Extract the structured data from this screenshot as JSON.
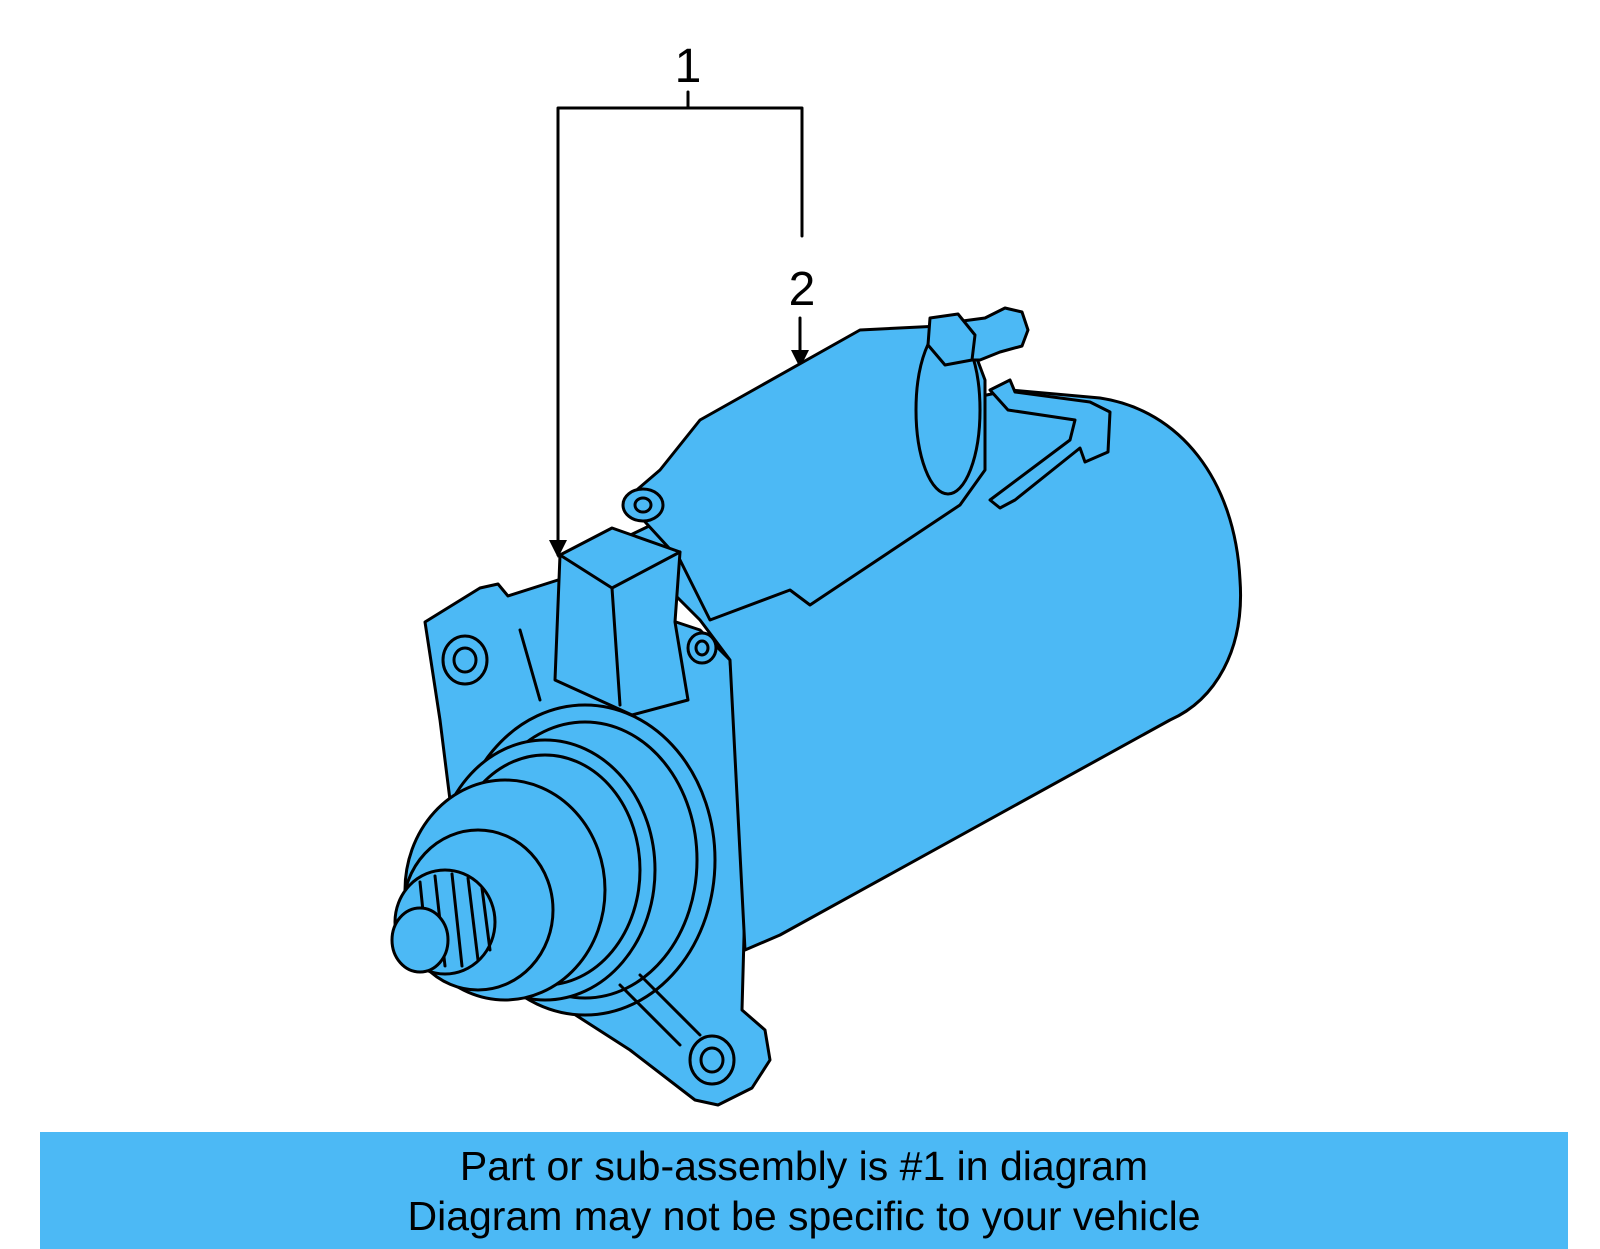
{
  "colors": {
    "part_fill": "#4CB9F5",
    "outline": "#000000",
    "banner": "#4CB9F5",
    "background": "#FFFFFF"
  },
  "callouts": [
    {
      "label": "1"
    },
    {
      "label": "2"
    }
  ],
  "caption": {
    "line1": "Part or sub-assembly is #1 in diagram",
    "line2": "Diagram may not be specific to your vehicle"
  }
}
